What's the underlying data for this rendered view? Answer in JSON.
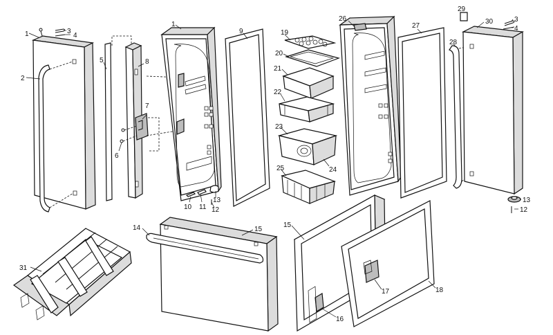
{
  "diagram": {
    "callouts": [
      "1",
      "1",
      "2",
      "3",
      "3",
      "4",
      "4",
      "5",
      "6",
      "7",
      "8",
      "9",
      "10",
      "11",
      "12",
      "12",
      "13",
      "13",
      "14",
      "15",
      "15",
      "16",
      "17",
      "18",
      "19",
      "20",
      "21",
      "22",
      "23",
      "24",
      "25",
      "26",
      "27",
      "28",
      "29",
      "30",
      "31"
    ]
  }
}
